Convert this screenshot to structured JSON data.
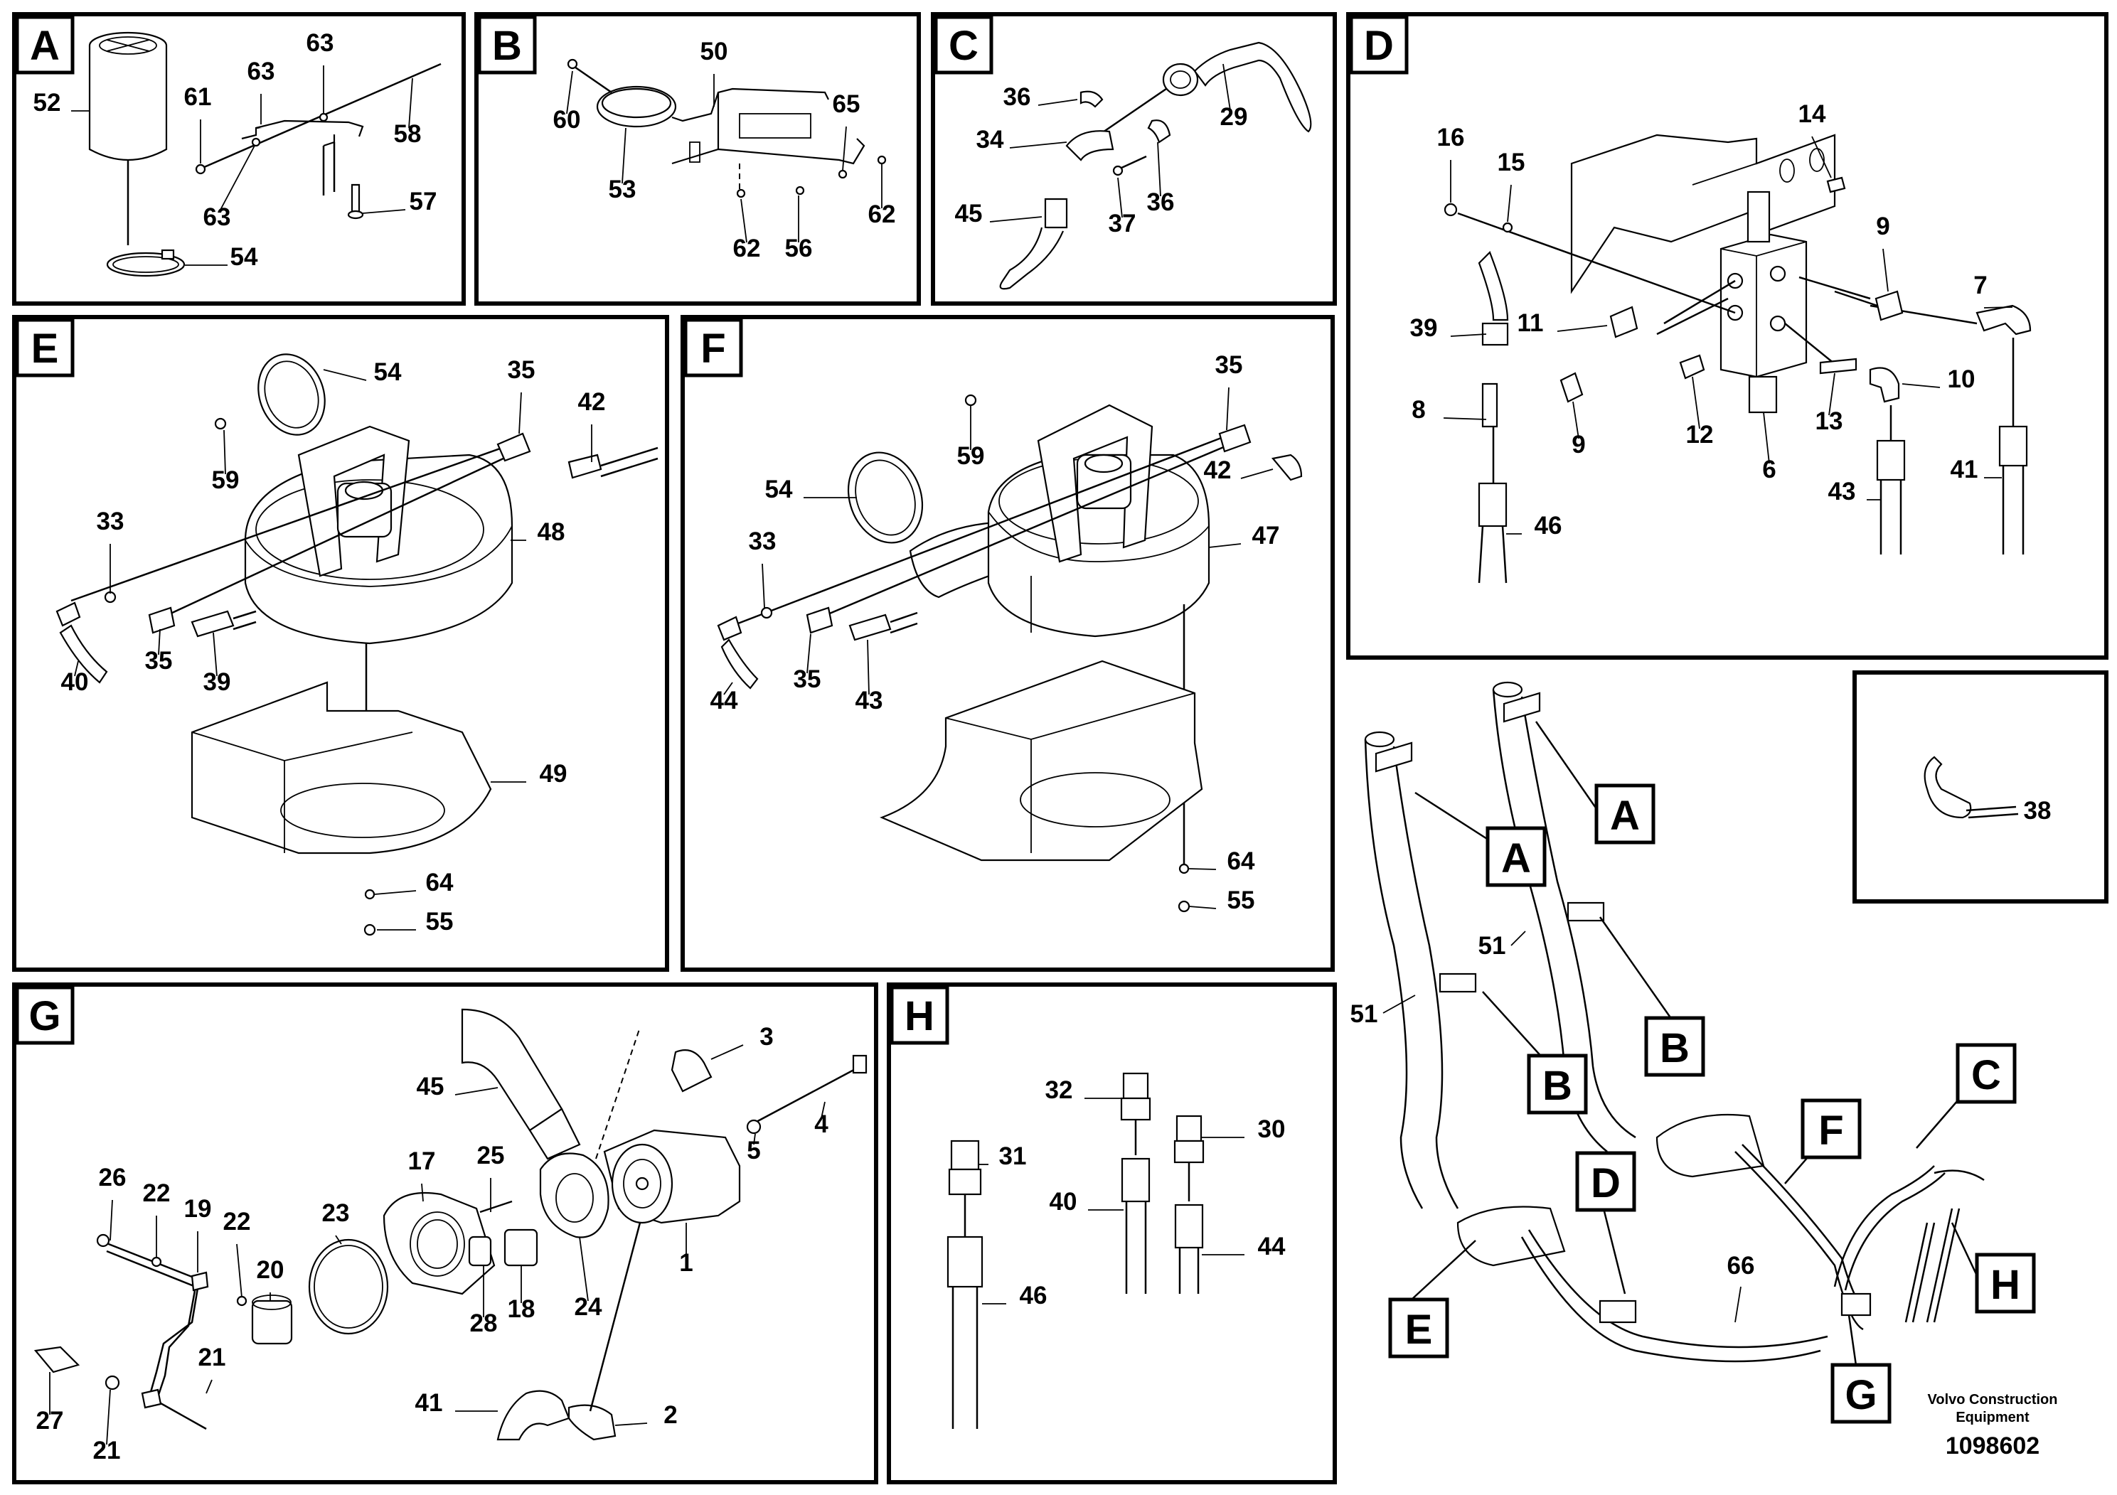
{
  "panels": [
    {
      "id": "A",
      "label": "A",
      "parts": [
        "52",
        "61",
        "63",
        "63",
        "63",
        "58",
        "57",
        "54"
      ]
    },
    {
      "id": "B",
      "label": "B",
      "parts": [
        "60",
        "50",
        "53",
        "65",
        "62",
        "56",
        "62"
      ]
    },
    {
      "id": "C",
      "label": "C",
      "parts": [
        "36",
        "34",
        "45",
        "37",
        "36",
        "29"
      ]
    },
    {
      "id": "D",
      "label": "D",
      "parts": [
        "16",
        "15",
        "14",
        "9",
        "7",
        "39",
        "11",
        "8",
        "9",
        "12",
        "13",
        "10",
        "6",
        "43",
        "41",
        "46"
      ]
    },
    {
      "id": "E",
      "label": "E",
      "parts": [
        "54",
        "35",
        "42",
        "59",
        "48",
        "33",
        "40",
        "35",
        "39",
        "49",
        "64",
        "55"
      ]
    },
    {
      "id": "F",
      "label": "F",
      "parts": [
        "35",
        "59",
        "42",
        "54",
        "33",
        "47",
        "44",
        "35",
        "43",
        "64",
        "55"
      ]
    },
    {
      "id": "G",
      "label": "G",
      "parts": [
        "3",
        "45",
        "5",
        "4",
        "17",
        "25",
        "26",
        "22",
        "19",
        "22",
        "23",
        "20",
        "28",
        "18",
        "24",
        "1",
        "27",
        "21",
        "21",
        "41",
        "2"
      ]
    },
    {
      "id": "H",
      "label": "H",
      "parts": [
        "32",
        "30",
        "31",
        "40",
        "44",
        "46"
      ]
    }
  ],
  "overview": {
    "tags": [
      "A",
      "A",
      "B",
      "B",
      "C",
      "D",
      "E",
      "F",
      "G",
      "H"
    ],
    "parts": [
      "51",
      "51",
      "66"
    ]
  },
  "inset": {
    "parts": [
      "38"
    ]
  },
  "footer": {
    "company_line1": "Volvo Construction",
    "company_line2": "Equipment",
    "drawing_number": "1098602"
  }
}
